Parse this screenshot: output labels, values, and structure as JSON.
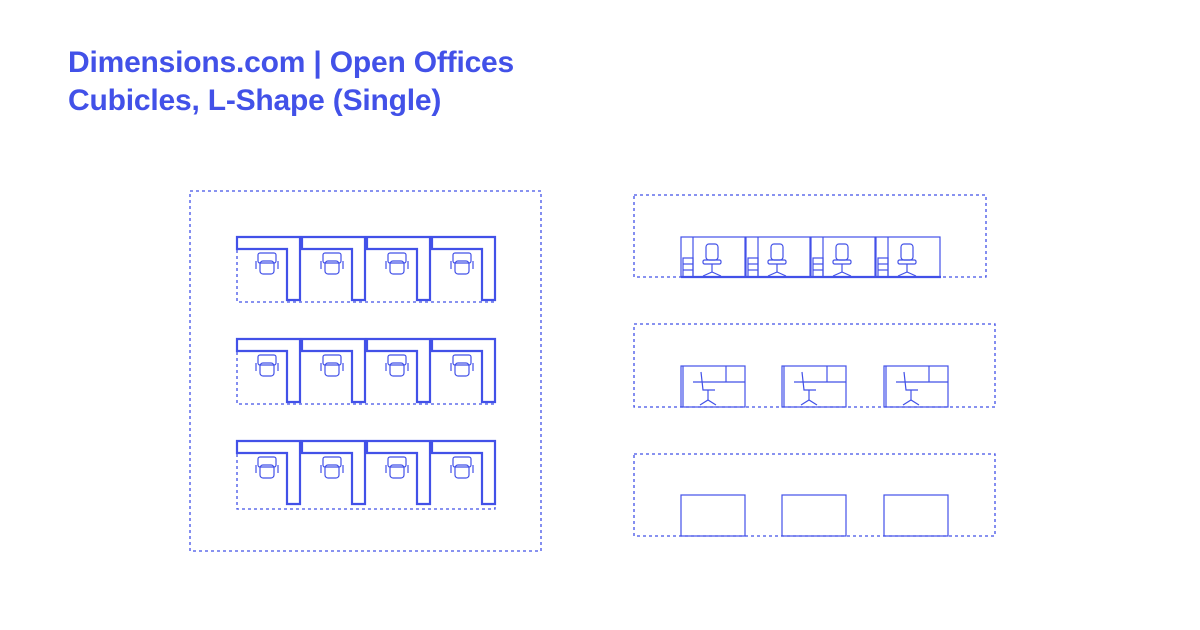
{
  "header": {
    "title": "Dimensions.com | Open Offices",
    "subtitle": "Cubicles, L-Shape (Single)"
  },
  "colors": {
    "brand": "#4251e8",
    "background": "#ffffff"
  },
  "plan_view": {
    "rows": 3,
    "cubicles_per_row": 4
  },
  "elevation_front": {
    "cubicles": 4
  },
  "elevation_side": {
    "cubicles": 3
  },
  "elevation_back": {
    "cubicles": 3
  }
}
